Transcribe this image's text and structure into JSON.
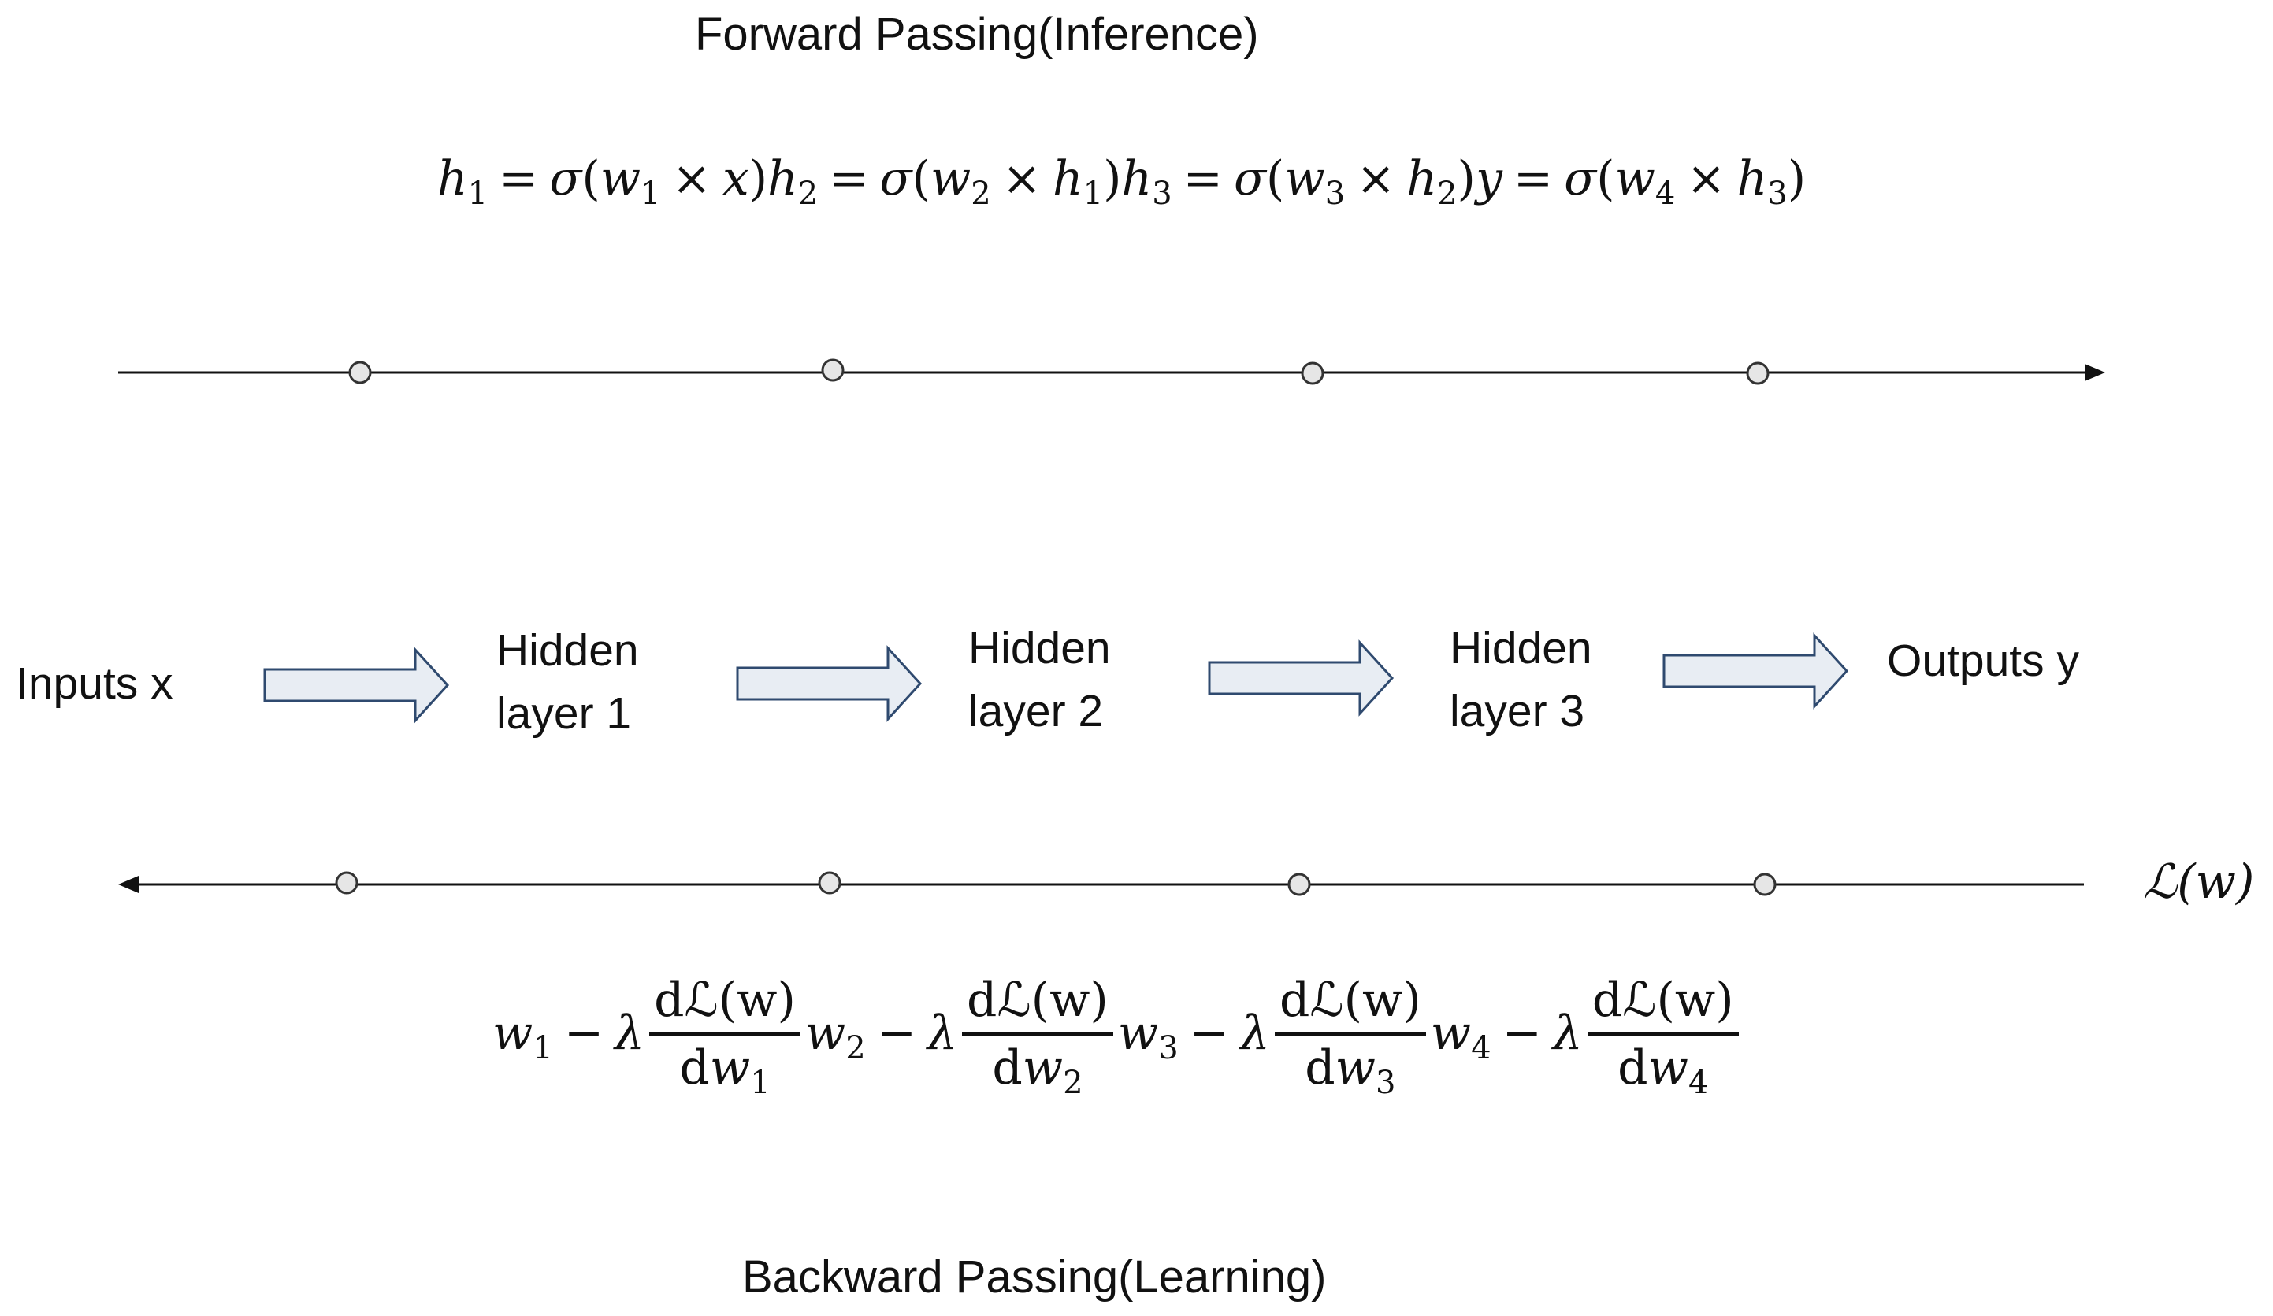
{
  "forward": {
    "title": "Forward Passing(Inference)",
    "equation": {
      "parts": [
        {
          "lhs": "h",
          "lhs_sub": "1",
          "w_sub": "1",
          "arg": "x",
          "arg_sub": ""
        },
        {
          "lhs": "h",
          "lhs_sub": "2",
          "w_sub": "2",
          "arg": "h",
          "arg_sub": "1"
        },
        {
          "lhs": "h",
          "lhs_sub": "3",
          "w_sub": "3",
          "arg": "h",
          "arg_sub": "2"
        },
        {
          "lhs": "y",
          "lhs_sub": "",
          "w_sub": "4",
          "arg": "h",
          "arg_sub": "3"
        }
      ],
      "sigma": "σ",
      "times": "×",
      "equals": "=",
      "weight_symbol": "w"
    }
  },
  "layers": {
    "inputs": "Inputs x",
    "hidden1_line1": "Hidden",
    "hidden1_line2": "layer 1",
    "hidden2_line1": "Hidden",
    "hidden2_line2": "layer 2",
    "hidden3_line1": "Hidden",
    "hidden3_line2": "layer 3",
    "outputs": "Outputs y"
  },
  "backward": {
    "loss_label": "ℒ(w)",
    "title": "Backward Passing(Learning)",
    "equation": {
      "weight_symbol": "w",
      "subs": [
        "1",
        "2",
        "3",
        "4"
      ],
      "minus": "−",
      "lambda": "λ",
      "numerator": "dℒ(w)",
      "denominator_prefix": "d"
    }
  },
  "colors": {
    "arrow_fill": "#e8edf3",
    "arrow_stroke": "#2f4a6f",
    "line": "#111111",
    "node_fill": "#e6e6e6"
  }
}
